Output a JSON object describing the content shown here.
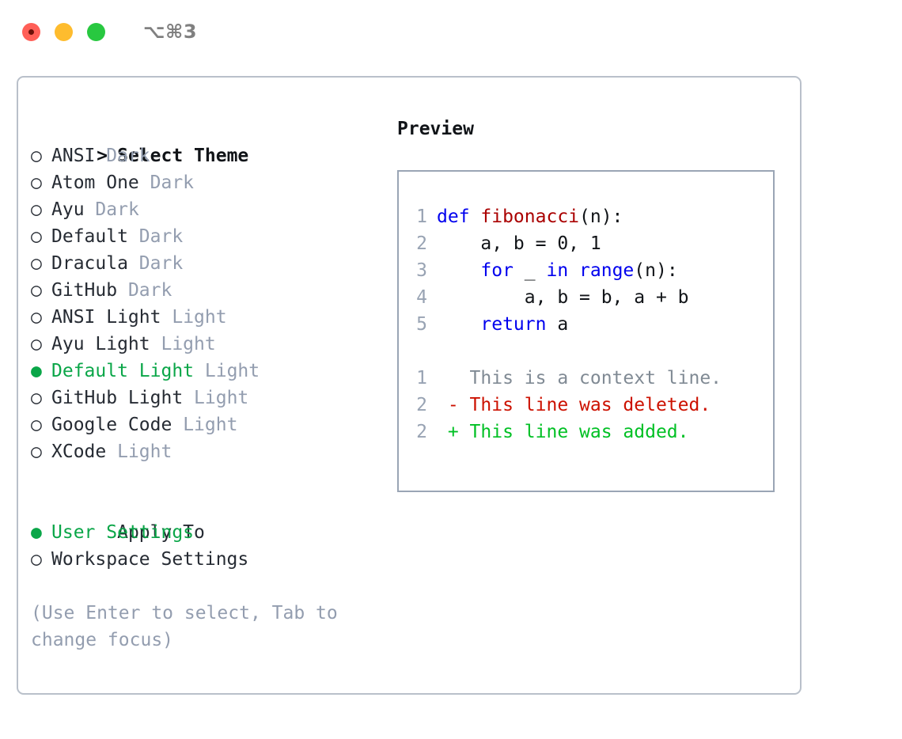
{
  "titlebar": {
    "shortcut": "⌥⌘3",
    "buttons": [
      {
        "name": "close",
        "color": "#ff5f57"
      },
      {
        "name": "minimize",
        "color": "#febc2e"
      },
      {
        "name": "maximize",
        "color": "#28c840"
      }
    ]
  },
  "colors": {
    "accent_green": "#0aa648",
    "tag_gray": "#939daf",
    "panel_border": "#b9c0ca",
    "code_border": "#9aa5b5",
    "keyword_blue": "#0000ee",
    "function_red": "#aa0000",
    "diff_deleted": "#cc1100",
    "diff_added": "#00c024",
    "line_number": "#98a3b3"
  },
  "theme_section": {
    "marker_prefix": ">",
    "heading": "Select Theme",
    "marker_unselected": "○",
    "marker_selected": "●",
    "items": [
      {
        "label": "ANSI",
        "tag": "Dark",
        "selected": false
      },
      {
        "label": "Atom One",
        "tag": "Dark",
        "selected": false
      },
      {
        "label": "Ayu",
        "tag": "Dark",
        "selected": false
      },
      {
        "label": "Default",
        "tag": "Dark",
        "selected": false
      },
      {
        "label": "Dracula",
        "tag": "Dark",
        "selected": false
      },
      {
        "label": "GitHub",
        "tag": "Dark",
        "selected": false
      },
      {
        "label": "ANSI Light",
        "tag": "Light",
        "selected": false
      },
      {
        "label": "Ayu Light",
        "tag": "Light",
        "selected": false
      },
      {
        "label": "Default Light",
        "tag": "Light",
        "selected": true
      },
      {
        "label": "GitHub Light",
        "tag": "Light",
        "selected": false
      },
      {
        "label": "Google Code",
        "tag": "Light",
        "selected": false
      },
      {
        "label": "XCode",
        "tag": "Light",
        "selected": false
      }
    ]
  },
  "apply_section": {
    "heading": "Apply To",
    "items": [
      {
        "label": "User Settings",
        "selected": true
      },
      {
        "label": "Workspace Settings",
        "selected": false
      }
    ]
  },
  "hint": "(Use Enter to select, Tab to change focus)",
  "preview": {
    "title": "Preview",
    "code_lines": [
      {
        "no": "1",
        "tokens": [
          {
            "t": "def ",
            "c": "kw"
          },
          {
            "t": "fibonacci",
            "c": "fn"
          },
          {
            "t": "(n):",
            "c": "plain"
          }
        ]
      },
      {
        "no": "2",
        "tokens": [
          {
            "t": "    a, b = 0, 1",
            "c": "plain"
          }
        ]
      },
      {
        "no": "3",
        "tokens": [
          {
            "t": "    ",
            "c": "plain"
          },
          {
            "t": "for ",
            "c": "kw"
          },
          {
            "t": "_ ",
            "c": "plain"
          },
          {
            "t": "in ",
            "c": "kw"
          },
          {
            "t": "range",
            "c": "kw"
          },
          {
            "t": "(n):",
            "c": "plain"
          }
        ]
      },
      {
        "no": "4",
        "tokens": [
          {
            "t": "        a, b = b, a + b",
            "c": "plain"
          }
        ]
      },
      {
        "no": "5",
        "tokens": [
          {
            "t": "    ",
            "c": "plain"
          },
          {
            "t": "return ",
            "c": "kw"
          },
          {
            "t": "a",
            "c": "plain"
          }
        ]
      }
    ],
    "diff_lines": [
      {
        "no": "1",
        "tokens": [
          {
            "t": "   This is a context line.",
            "c": "ctx"
          }
        ]
      },
      {
        "no": "2",
        "tokens": [
          {
            "t": " - This line was deleted.",
            "c": "del"
          }
        ]
      },
      {
        "no": "2",
        "tokens": [
          {
            "t": " + This line was added.",
            "c": "add"
          }
        ]
      }
    ]
  }
}
